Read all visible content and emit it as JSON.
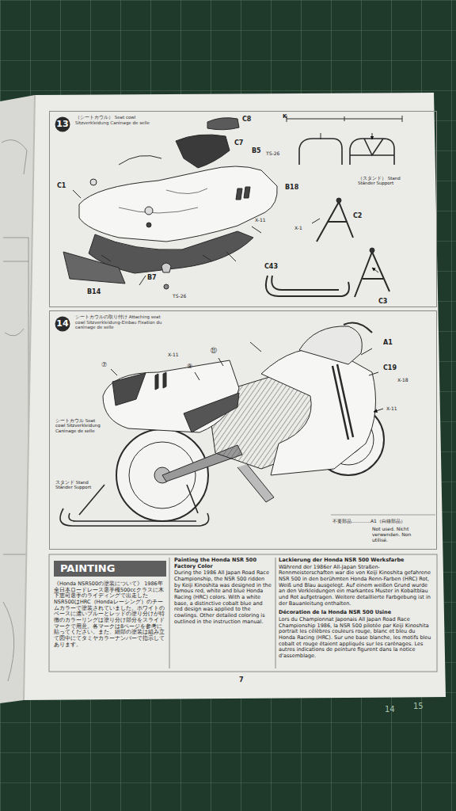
{
  "diagram": {
    "nodes": [
      {
        "text": [
          "（シートカウル） Seat cowl Sitzverkleidung Carénage de selle"
        ]
      },
      {
        "text": [
          "13"
        ],
        "in": 0
      },
      {
        "text": [
          "シートカウルの取り付け Attaching seat cowl Sitzverkleidung-Einbau Fixation du carénage de selle"
        ]
      },
      {
        "text": [
          "14"
        ],
        "in": 2
      },
      {
        "text": [
          "PAINTING"
        ]
      }
    ],
    "labels": [
      "C8",
      "C7",
      "B5",
      "TS-26",
      "B18",
      "C1",
      "B14",
      "B7",
      "TS-26",
      "K",
      "（スタンド） Stand Ständer Support",
      "C2",
      "C43",
      "C3",
      "X-1",
      "X-11",
      "A1",
      "C19",
      "X-18",
      "X-11",
      "X-11",
      "シートカウル Seat cowl Sitzverkleidung Carénage de selle",
      "スタンド Stand Ständer Support",
      "不要部品…………A1（白線部品）",
      "Not used. Nicht verwenden. Non utilisé.",
      "《Honda NSR500の塗装について》 1986年全日本ロードレース選手権500ccクラスに木下恵司選手のライディングで出走したNSR500はHRC（Hondaレーシング）のチームカラーで塗装されていました。ホワイトのベースに濃いブルーとレッドの塗り分けが特徴のカラーリングは塗り分け部分をスライドマークで用意。各マークは8ページを参考に貼ってください。また、細部の塗装は組み立て図中にてタミヤカラーナンバーで指示してあります。",
      "Painting the Honda NSR 500 Factory Color",
      "During the 1986 All Japan Road Race Championship, the NSR 500 ridden by Keiji Kinoshita was designed in the famous red, white and blue Honda Racing (HRC) colors. With a white base, a distinctive cobalt blue and red design was applied to the cowlings. Other detailed coloring is outlined in the instruction manual.",
      "Lackierung der Honda NSR 500 Werksfarbe",
      "Während der 1986er All-Japan Straßen-Rennmeisterschaften war die von Keiji Kinoshita gefahrene NSR 500 in den berühmten Honda Renn-Farben (HRC) Rot, Weiß und Blau ausgelegt. Auf einem weißen Grund wurde an den Verkleidungen ein markantes Muster in Kobaltblau und Rot aufgetragen. Weitere detaillierte Farbgebung ist in der Bauanleitung enthalten.",
      "Décoration de la Honda NSR 500 Usine",
      "Lors du Championnat Japonais All Japan Road Race Championship 1986, la NSR 500 pilotée par Keiji Kinoshita portrait les célèbres couleurs rouge, blanc et bleu du Honda Racing (HRC). Sur une base blanche, les motifs bleu cobalt et rouge étaient appliqués sur les carénages. Les autres indications de peinture figurent dans la notice d'assemblage.",
      "7",
      "14",
      "15",
      "⑦",
      "⑨",
      "⑪"
    ]
  }
}
